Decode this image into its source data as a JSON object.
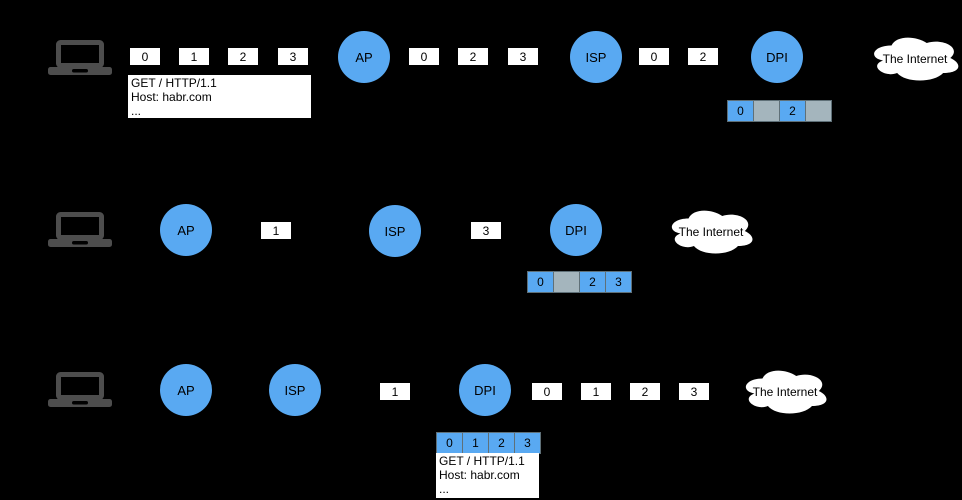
{
  "colors": {
    "background": "#000000",
    "node_fill": "#59a9f2",
    "packet_box_fill": "#ffffff",
    "buffer_filled_fill": "#59a9f2",
    "buffer_empty_fill": "#a4b5bd",
    "buffer_border": "#5f7078",
    "laptop_color": "#4d4d4d",
    "cloud_fill": "#ffffff",
    "text_color": "#000000"
  },
  "rows": [
    {
      "ap": "AP",
      "isp": "ISP",
      "dpi": "DPI",
      "internet": "The Internet",
      "client_packets": [
        "0",
        "1",
        "2",
        "3"
      ],
      "ap_isp_packets": [
        "0",
        "2",
        "3"
      ],
      "isp_dpi_packets": [
        "0",
        "2"
      ],
      "dpi_buffer": [
        {
          "label": "0",
          "state": "filled"
        },
        {
          "label": "",
          "state": "empty"
        },
        {
          "label": "2",
          "state": "filled"
        },
        {
          "label": "",
          "state": "empty"
        }
      ],
      "message_lines": [
        "GET / HTTP/1.1",
        "Host: habr.com",
        "..."
      ]
    },
    {
      "ap": "AP",
      "isp": "ISP",
      "dpi": "DPI",
      "internet": "The Internet",
      "ap_isp_packets": [
        "1"
      ],
      "isp_dpi_packets": [
        "3"
      ],
      "dpi_buffer": [
        {
          "label": "0",
          "state": "filled"
        },
        {
          "label": "",
          "state": "empty"
        },
        {
          "label": "2",
          "state": "filled"
        },
        {
          "label": "3",
          "state": "filled"
        }
      ]
    },
    {
      "ap": "AP",
      "isp": "ISP",
      "dpi": "DPI",
      "internet": "The Internet",
      "isp_dpi_packets": [
        "1"
      ],
      "dpi_internet_packets": [
        "0",
        "1",
        "2",
        "3"
      ],
      "dpi_buffer": [
        {
          "label": "0",
          "state": "filled"
        },
        {
          "label": "1",
          "state": "filled"
        },
        {
          "label": "2",
          "state": "filled"
        },
        {
          "label": "3",
          "state": "filled"
        }
      ],
      "message_lines": [
        "GET / HTTP/1.1",
        "Host: habr.com",
        "..."
      ]
    }
  ]
}
